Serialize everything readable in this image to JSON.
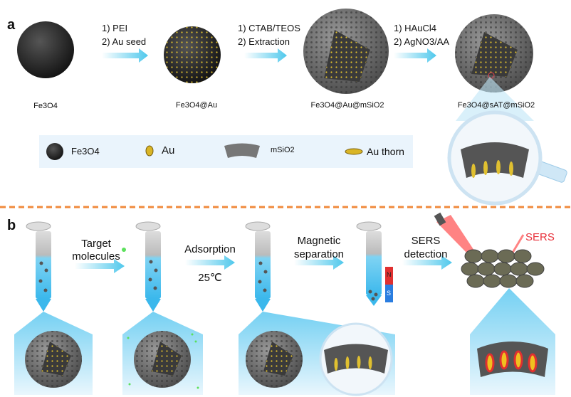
{
  "panel_a": {
    "label": "a",
    "steps": [
      {
        "line1": "1) PEI",
        "line2": "2) Au seed"
      },
      {
        "line1": "1) CTAB/TEOS",
        "line2": "2) Extraction"
      },
      {
        "line1": "1) HAuCl4",
        "line2": "2) AgNO3/AA"
      }
    ],
    "products": [
      "Fe3O4",
      "Fe3O4@Au",
      "Fe3O4@Au@mSiO2",
      "Fe3O4@sAT@mSiO2"
    ],
    "legend": [
      "Fe3O4",
      "Au",
      "mSiO2",
      "Au thorn"
    ]
  },
  "panel_b": {
    "label": "b",
    "steps": [
      {
        "line1": "Target",
        "line2": "molecules"
      },
      {
        "line1": "Adsorption",
        "line2": "25℃"
      },
      {
        "line1": "Magnetic",
        "line2": "separation"
      },
      {
        "line1": "SERS",
        "line2": "detection"
      }
    ],
    "sers_label": "SERS",
    "magnet_poles": [
      "N",
      "S"
    ]
  },
  "colors": {
    "arrow": "#5fd0ee",
    "divider": "#f08a3c",
    "sers": "#e8303a",
    "gold": "#d9b526",
    "shell": "#6e6e6e"
  }
}
